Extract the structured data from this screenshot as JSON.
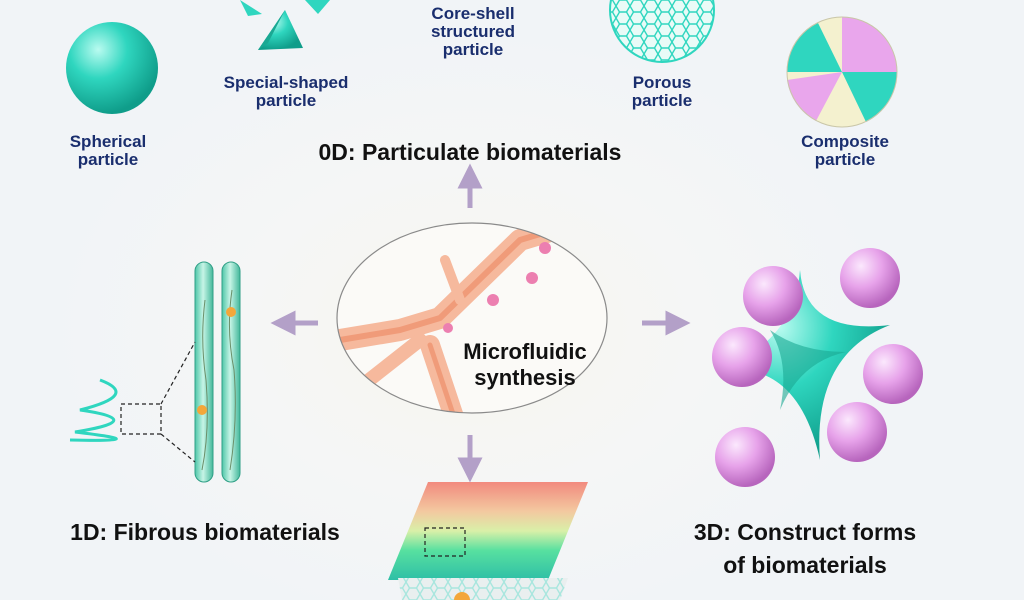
{
  "particles": {
    "spherical": "Spherical particle",
    "special_shaped": "Special-shaped particle",
    "core_shell": "Core-shell structured particle",
    "porous": "Porous particle",
    "composite": "Composite particle"
  },
  "categories": {
    "zero_d": "0D: Particulate biomaterials",
    "one_d": "1D: Fibrous biomaterials",
    "three_d_line1": "3D: Construct forms",
    "three_d_line2": "of biomaterials"
  },
  "center": {
    "line1": "Microfluidic",
    "line2": "synthesis"
  },
  "colors": {
    "teal": "#2ed3bd",
    "pink": "#e9a6ec",
    "arrow": "#b3a0c8",
    "particle_label": "#1a2e6e",
    "channel": "#f3a98a"
  }
}
